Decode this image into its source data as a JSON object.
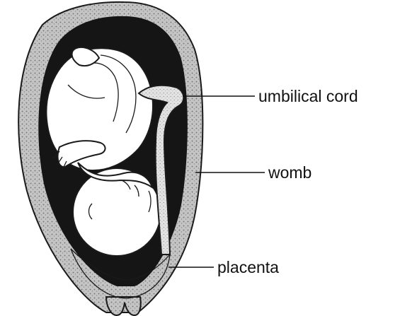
{
  "labels": [
    {
      "id": "umbilical-cord",
      "text": "umbilical cord"
    },
    {
      "id": "womb",
      "text": "womb"
    },
    {
      "id": "placenta",
      "text": "placenta"
    }
  ],
  "colors": {
    "womb_wall": "#b9b9b9",
    "amniotic_cavity": "#151515",
    "fetus": "#ffffff",
    "placenta": "#d2d2d2",
    "ink": "#111111"
  }
}
